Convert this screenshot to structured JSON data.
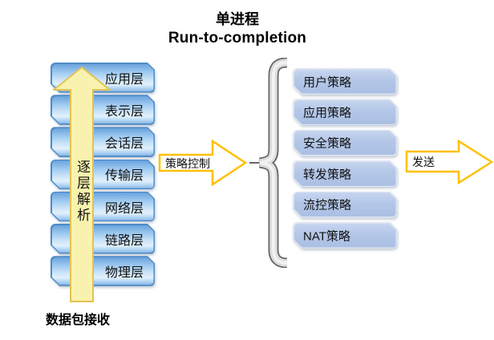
{
  "title": {
    "line1": "单进程",
    "line2": "Run-to-completion"
  },
  "left_stack": {
    "flow_label": "逐层解析",
    "layers": [
      "应用层",
      "表示层",
      "会话层",
      "传输层",
      "网络层",
      "链路层",
      "物理层"
    ],
    "footer_label": "数据包接收"
  },
  "middle": {
    "policy_arrow_label": "策略控制"
  },
  "right_stack": {
    "policies": [
      "用户策略",
      "应用策略",
      "安全策略",
      "转发策略",
      "流控策略",
      "NAT策略"
    ]
  },
  "send_arrow_label": "发送",
  "colors": {
    "layer_border": "#4e8bc8",
    "layer_fill_light": "#cde5f9",
    "layer_fill_dark": "#6aa2dc",
    "policy_fill": "#b3c6e7",
    "up_arrow_fill": "#f9f2ae",
    "up_arrow_stroke": "#e2c350",
    "outline_arrow_stroke": "#ffc000",
    "brace_dark": "#666666",
    "brace_light": "#dcdcdc"
  }
}
